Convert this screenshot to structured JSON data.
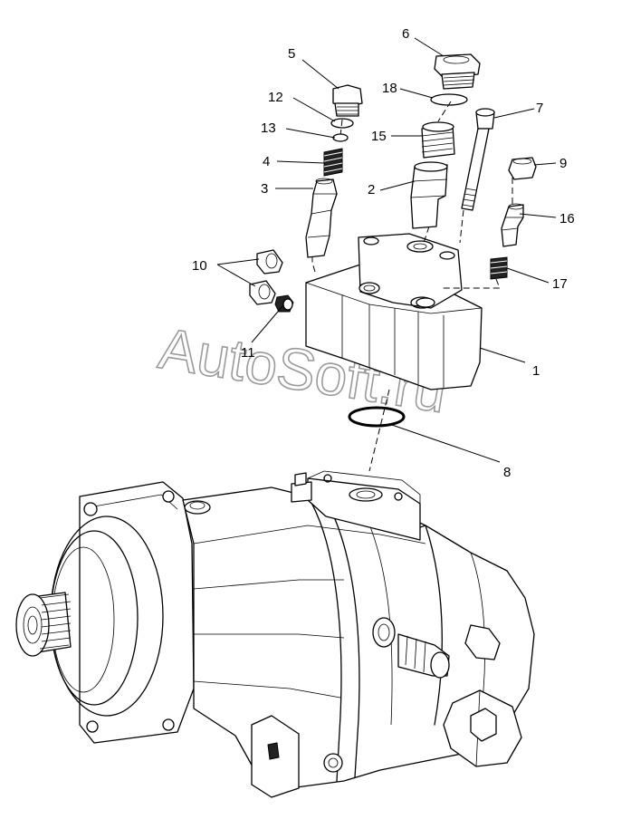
{
  "watermark": "AutoSoft.ru",
  "callouts": {
    "c1": "1",
    "c2": "2",
    "c3": "3",
    "c4": "4",
    "c5": "5",
    "c6": "6",
    "c7": "7",
    "c8": "8",
    "c9": "9",
    "c10": "10",
    "c11": "11",
    "c12": "12",
    "c13": "13",
    "c15": "15",
    "c16": "16",
    "c17": "17",
    "c18": "18"
  }
}
